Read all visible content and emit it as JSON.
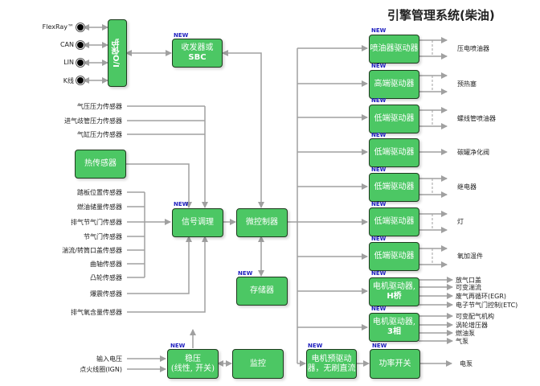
{
  "title": "引擎管理系统(柴油)",
  "new_tag": "NEW",
  "colors": {
    "block_fill": "#4cc764",
    "block_border": "#1e3a1e",
    "line": "#a0a0a0",
    "new_tag": "#2020c0"
  },
  "bus_ports": [
    "FlexRay™",
    "CAN",
    "LIN",
    "K线"
  ],
  "blocks": {
    "io_protect": "I/O保护",
    "sbc": [
      "收发器或",
      "SBC"
    ],
    "heat_sensor": "热传感器",
    "signal_cond": "信号调理",
    "mcu": "微控制器",
    "memory": "存储器",
    "regulator": [
      "稳压",
      "(线性, 开关)"
    ],
    "monitor": "监控",
    "bldc": [
      "电机预驱动",
      "器，无刷直流"
    ],
    "power_switch": "功率开关"
  },
  "pressure_sensors": [
    "气压压力传感器",
    "进气歧管压力传感器",
    "气缸压力传感器"
  ],
  "sensors": [
    "踏板位置传感器",
    "燃油储量传感器",
    "排气节气门传感器",
    "节气门传感器",
    "湍流/转筒口盖传感器",
    "曲轴传感器",
    "凸轮传感器"
  ],
  "knock_sensor": "爆震传感器",
  "oxygen_sensor": "排气氧含量传感器",
  "power_inputs": [
    "输入电压",
    "点火线圈(IGN)"
  ],
  "drivers": [
    {
      "label": "喷油器驱动器",
      "outputs": [
        "压电喷油器"
      ]
    },
    {
      "label": "高端驱动器",
      "outputs": [
        "预热塞"
      ]
    },
    {
      "label": "低端驱动器",
      "outputs": [
        "螺线管喷油器"
      ]
    },
    {
      "label": "低端驱动器",
      "outputs": [
        "碳罐净化阀"
      ]
    },
    {
      "label": "低端驱动器",
      "outputs": [
        "继电器"
      ]
    },
    {
      "label": "低端驱动器",
      "outputs": [
        "灯"
      ]
    },
    {
      "label": "低端驱动器",
      "outputs": [
        "氧加温件"
      ]
    },
    {
      "label": [
        "电机驱动器,",
        "H桥"
      ],
      "outputs": [
        "放气口盖",
        "可变湍流",
        "废气再循环(EGR)",
        "电子节气门控制(ETC)"
      ]
    },
    {
      "label": [
        "电机驱动器,",
        "3相"
      ],
      "outputs": [
        "可变配气机构",
        "涡轮增压器",
        "燃油泵",
        "气泵"
      ]
    }
  ],
  "power_switch_output": "电泵"
}
